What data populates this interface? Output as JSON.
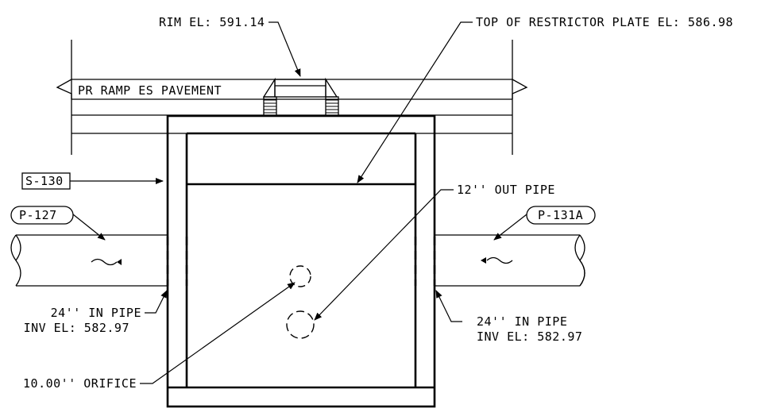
{
  "labels": {
    "rim": "RIM EL: 591.14",
    "restrictor": "TOP OF RESTRICTOR PLATE EL: 586.98",
    "pavement": "PR RAMP ES PAVEMENT",
    "structure": "S-130",
    "out_pipe": "12'' OUT PIPE",
    "pipe_left": "P-127",
    "pipe_right": "P-131A",
    "in_pipe_left_1": "24'' IN PIPE",
    "in_pipe_left_2": "INV EL: 582.97",
    "in_pipe_right_1": "24'' IN PIPE",
    "in_pipe_right_2": "INV EL: 582.97",
    "orifice": "10.00'' ORIFICE"
  },
  "colors": {
    "line": "#000000",
    "background": "#ffffff"
  }
}
